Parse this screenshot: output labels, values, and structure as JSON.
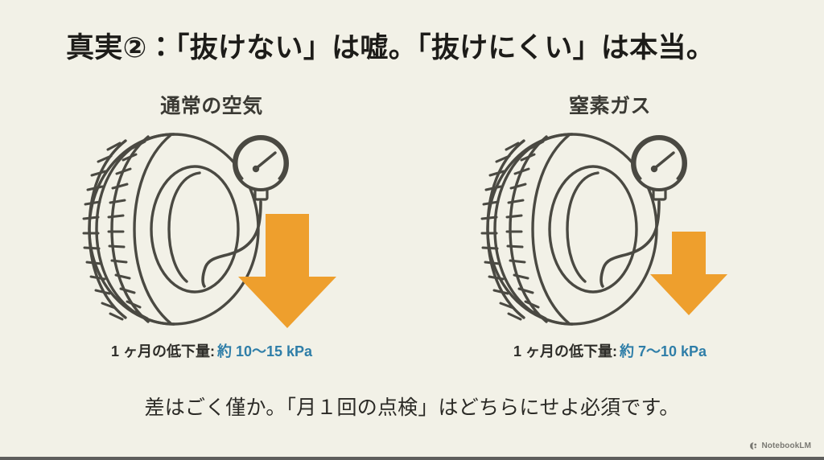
{
  "slide": {
    "title": "真実②：「抜けない」は嘘。「抜けにくい」は本当。",
    "footnote": "差はごく僅か。「月１回の点検」はどちらにせよ必須です。",
    "background_color": "#f2f1e7",
    "ink_color": "#4a4942",
    "accent_color": "#ee9f2d",
    "value_color": "#2f7ea8"
  },
  "panels": [
    {
      "id": "normal-air",
      "heading": "通常の空気",
      "caption_label": "1 ヶ月の低下量:",
      "caption_value": "約 10〜15 kPa",
      "loss_kpa_min": 10,
      "loss_kpa_max": 15,
      "arrow_size": "large",
      "icon": "tire-with-pressure-gauge"
    },
    {
      "id": "nitrogen-gas",
      "heading": "窒素ガス",
      "caption_label": "1 ヶ月の低下量:",
      "caption_value": "約 7〜10 kPa",
      "loss_kpa_min": 7,
      "loss_kpa_max": 10,
      "arrow_size": "small",
      "icon": "tire-with-pressure-gauge"
    }
  ],
  "watermark": {
    "label": "NotebookLM",
    "icon": "notebooklm-logo-icon"
  }
}
